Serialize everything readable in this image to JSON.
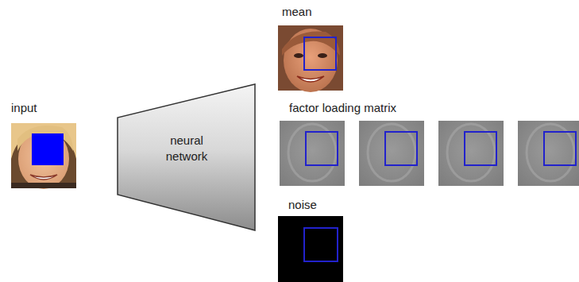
{
  "diagram": {
    "nodes": [
      {
        "text": [
          "neural network"
        ]
      }
    ],
    "labels": [
      "input",
      "mean",
      "factor loading matrix",
      "noise"
    ]
  }
}
